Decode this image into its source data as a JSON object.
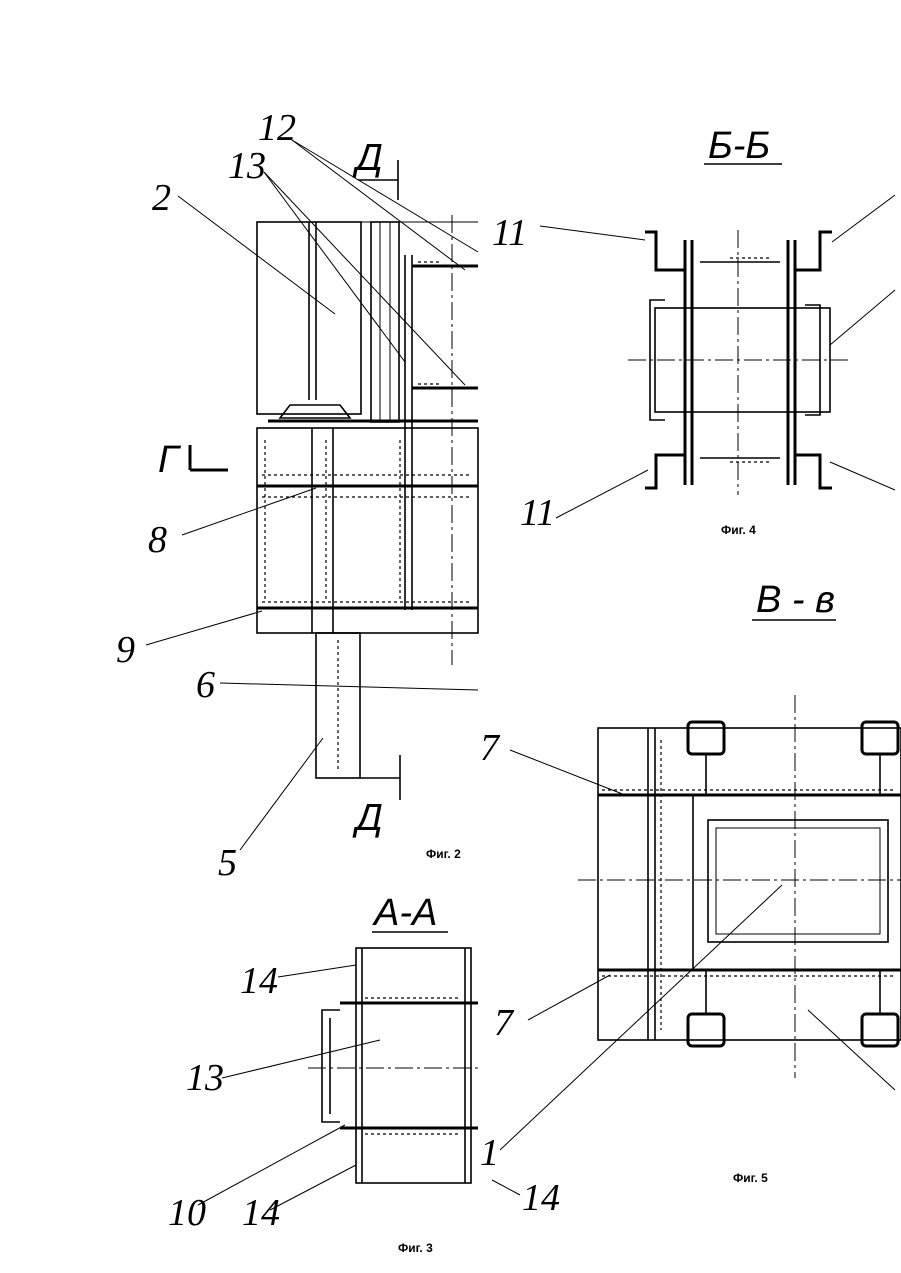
{
  "figures": {
    "fig2": {
      "caption": "Фиг. 2",
      "labels": {
        "l2": "2",
        "l12": "12",
        "l13": "13",
        "l8": "8",
        "l9": "9",
        "l6": "6",
        "l5": "5",
        "cut_g": "Г",
        "cut_d_top": "Д",
        "cut_d_bottom": "Д"
      }
    },
    "fig3": {
      "caption": "Фиг. 3",
      "section_title": "А-А",
      "labels": {
        "l14a": "14",
        "l13": "13",
        "l10": "10",
        "l14b": "14",
        "l14c": "14"
      }
    },
    "fig4": {
      "caption": "Фиг. 4",
      "section_title": "Б-Б",
      "labels": {
        "l11a": "11",
        "l11b": "11"
      }
    },
    "fig5": {
      "caption": "Фиг. 5",
      "section_title": "В - в",
      "labels": {
        "l7a": "7",
        "l7b": "7",
        "l1": "1"
      }
    }
  }
}
